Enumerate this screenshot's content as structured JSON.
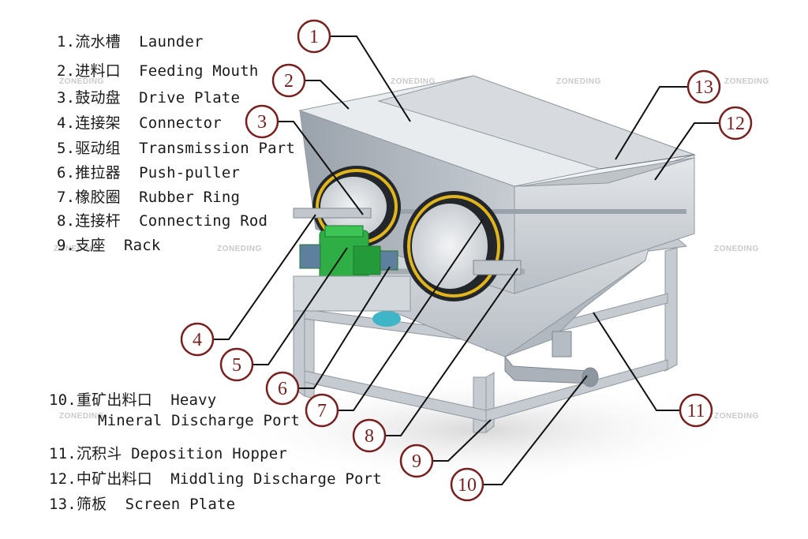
{
  "legend": [
    {
      "num": "1.",
      "cn": "流水槽",
      "en": "Launder"
    },
    {
      "num": "2.",
      "cn": "进料口",
      "en": "Feeding Mouth"
    },
    {
      "num": "3.",
      "cn": "鼓动盘",
      "en": "Drive Plate"
    },
    {
      "num": "4.",
      "cn": "连接架",
      "en": "Connector"
    },
    {
      "num": "5.",
      "cn": "驱动组",
      "en": "Transmission Part"
    },
    {
      "num": "6.",
      "cn": "推拉器",
      "en": "Push-puller"
    },
    {
      "num": "7.",
      "cn": "橡胶圈",
      "en": "Rubber Ring"
    },
    {
      "num": "8.",
      "cn": "连接杆",
      "en": "Connecting Rod"
    },
    {
      "num": "9.",
      "cn": "支座",
      "en": "Rack"
    },
    {
      "num": "10.",
      "cn": "重矿出料口",
      "en": "Heavy",
      "en2": "Mineral Discharge Port"
    },
    {
      "num": "11.",
      "cn": "沉积斗",
      "en": "Deposition Hopper"
    },
    {
      "num": "12.",
      "cn": "中矿出料口",
      "en": "Middling Discharge Port"
    },
    {
      "num": "13.",
      "cn": "筛板",
      "en": "Screen Plate"
    }
  ],
  "callouts": [
    "1",
    "2",
    "3",
    "4",
    "5",
    "6",
    "7",
    "8",
    "9",
    "10",
    "11",
    "12",
    "13"
  ],
  "watermark": "ZONEDING",
  "colors": {
    "callout": "#7a1e1e",
    "machine": "#c9ced4",
    "gear": "#2fae45",
    "ring": "#e2b51a"
  }
}
